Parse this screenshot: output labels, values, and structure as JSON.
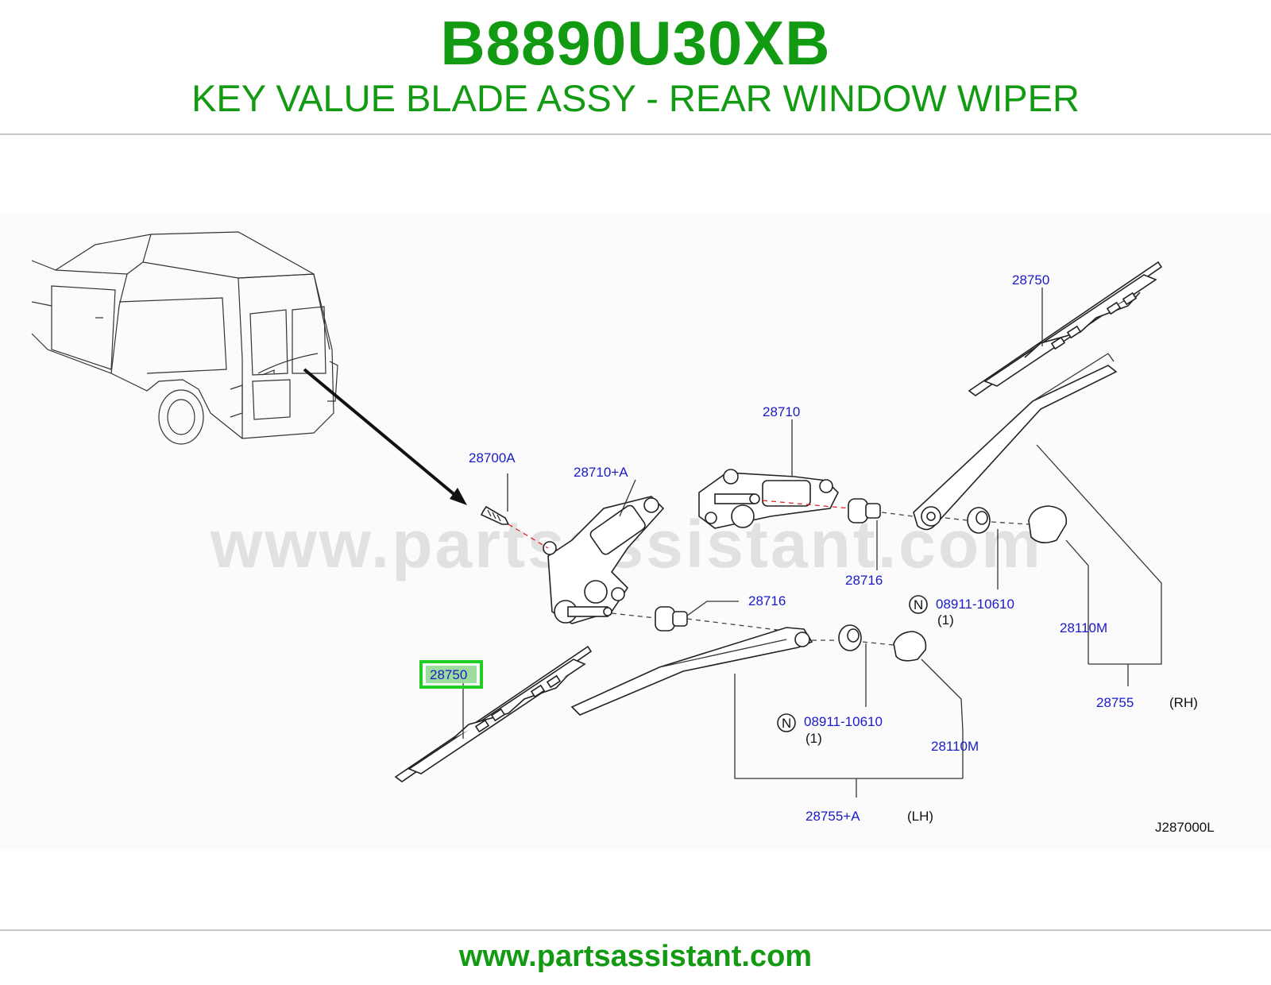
{
  "header": {
    "part_number": "B8890U30XB",
    "description": "KEY VALUE BLADE ASSY - REAR WINDOW WIPER"
  },
  "diagram": {
    "watermark": "www.partsassistant.com",
    "labels": {
      "blade_rh": "28750",
      "motor": "28710",
      "motor_assy": "28710+A",
      "screw": "28700A",
      "grommet_rh": "28716",
      "grommet_lh": "28716",
      "nut_rh": "08911-10610",
      "nut_rh_qty": "(1)",
      "nut_lh": "08911-10610",
      "nut_lh_qty": "(1)",
      "cap_rh": "28110M",
      "cap_lh": "28110M",
      "arm_rh": "28755",
      "arm_rh_side": "(RH)",
      "arm_lh": "28755+A",
      "arm_lh_side": "(LH)",
      "blade_lh_highlighted": "28750",
      "n_symbol": "N",
      "diagram_code": "J287000L"
    },
    "highlight_color": "#22cc22"
  },
  "footer": {
    "url": "www.partsassistant.com"
  }
}
